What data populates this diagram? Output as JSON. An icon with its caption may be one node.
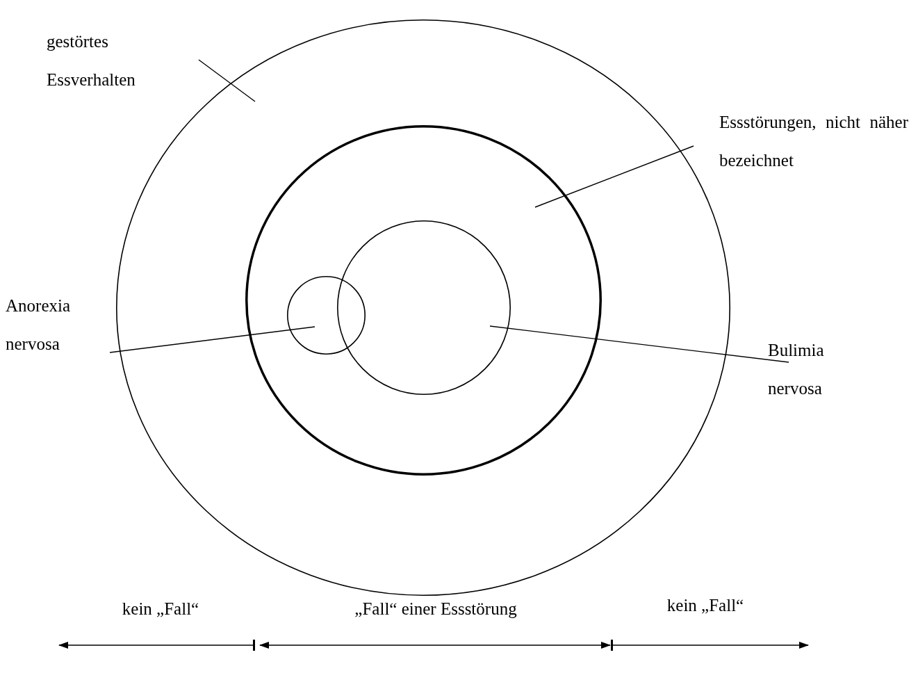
{
  "diagram": {
    "nodes": [
      {
        "text": [],
        "shape": "circle"
      },
      {
        "text": [],
        "shape": "circle",
        "in": 0
      },
      {
        "text": [],
        "shape": "circle",
        "in": 1
      },
      {
        "text": [],
        "shape": "circle",
        "in": 1
      },
      {
        "text": [
          "gestörtes Essverhalten"
        ]
      },
      {
        "text": [
          "Essstörungen, nicht näher bezeichnet"
        ]
      },
      {
        "text": [
          "Anorexia nervosa"
        ]
      },
      {
        "text": [
          "Bulimia nervosa"
        ]
      }
    ],
    "edges": [
      {
        "from": 4,
        "to": 0,
        "arrow": "none"
      },
      {
        "from": 5,
        "to": 1,
        "arrow": "none"
      },
      {
        "from": 6,
        "to": 3,
        "arrow": "none"
      },
      {
        "from": 7,
        "to": 2,
        "arrow": "none"
      }
    ],
    "labels": [
      "kein „Fall“",
      "„Fall“ einer Essstörung",
      "kein „Fall“"
    ]
  }
}
